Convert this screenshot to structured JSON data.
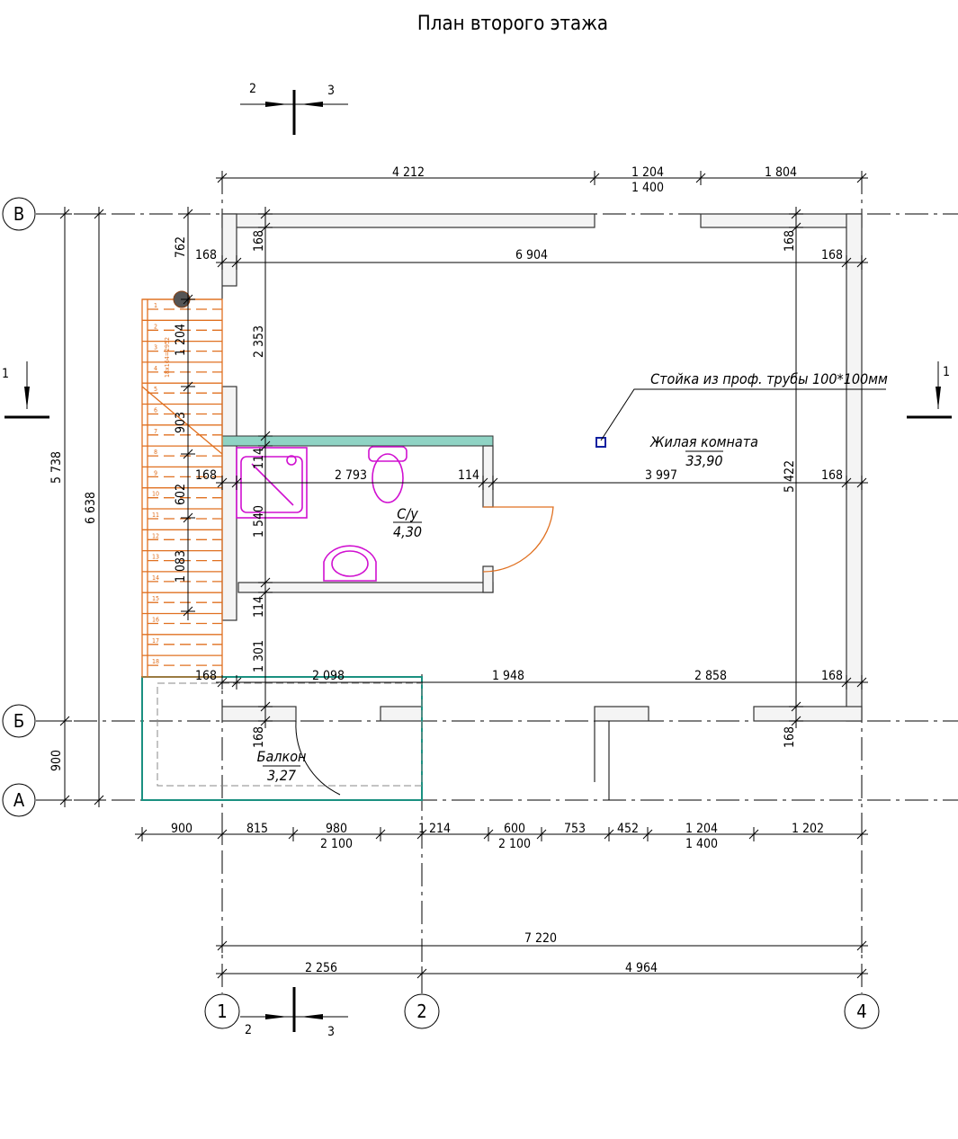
{
  "title": "План второго этажа",
  "axes": {
    "rows": [
      "В",
      "Б",
      "А"
    ],
    "cols": [
      "1",
      "2",
      "4"
    ]
  },
  "sections": {
    "top_left": "2",
    "top_right": "3",
    "bottom_left": "2",
    "bottom_right": "3",
    "left": "1",
    "right": "1"
  },
  "rooms": {
    "living_name": "Жилая комната",
    "living_area": "33,90",
    "wc_name": "С/у",
    "wc_area": "4,30",
    "balcony_name": "Балкон",
    "balcony_area": "3,27"
  },
  "callout": "Стойка из проф. трубы 100*100мм",
  "stair_note": "18x164=2952",
  "stair_steps": [
    "1",
    "2",
    "3",
    "4",
    "5",
    "6",
    "7",
    "8",
    "9",
    "10",
    "11",
    "12",
    "13",
    "14",
    "15",
    "16",
    "17",
    "18"
  ],
  "dims": {
    "top": [
      "4 212",
      "1 204",
      "1 400",
      "1 804"
    ],
    "row1": [
      "168",
      "6 904",
      "168"
    ],
    "row2": [
      "168",
      "2 793",
      "114",
      "3 997",
      "168"
    ],
    "row3": [
      "168",
      "2 098",
      "1 948",
      "2 858",
      "168"
    ],
    "bottom1": [
      "900",
      "815",
      "980",
      "2 100",
      "1 214",
      "600",
      "2 100",
      "753",
      "452",
      "1 204",
      "1 400",
      "1 202"
    ],
    "overall": "7 220",
    "bottom2": [
      "2 256",
      "4 964"
    ],
    "left_outer": [
      "5 738",
      "900"
    ],
    "left_total": "6 638",
    "stair_vert": [
      "762",
      "1 204",
      "903",
      "602",
      "1 083"
    ],
    "inner_vert": [
      "168",
      "2 353",
      "114",
      "1 540",
      "114",
      "1 301",
      "168"
    ],
    "right_vert": [
      "168",
      "5 422",
      "168"
    ]
  }
}
